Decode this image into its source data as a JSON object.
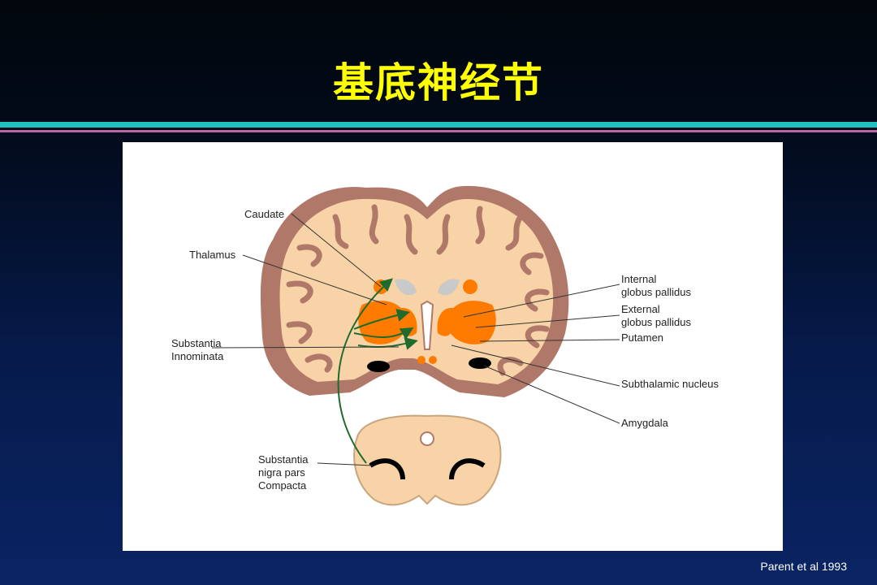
{
  "slide": {
    "title": "基底神经节",
    "citation": "Parent et al 1993"
  },
  "labels": {
    "caudate": "Caudate",
    "thalamus": "Thalamus",
    "substantia_innominata": [
      "Substantia",
      "Innominata"
    ],
    "substantia_nigra": [
      "Substantia",
      "nigra pars",
      "Compacta"
    ],
    "internal_gp": [
      "Internal",
      "globus pallidus"
    ],
    "external_gp": [
      "External",
      "globus pallidus"
    ],
    "putamen": "Putamen",
    "subthalamic": "Subthalamic nucleus",
    "amygdala": "Amygdala"
  },
  "colors": {
    "title": "#ffff00",
    "accent_teal": "#1fc2c2",
    "accent_pink": "#b868a0",
    "cortex": "#b07868",
    "white_matter": "#f7d3a7",
    "nuclei": "#ff7b00",
    "pathway": "#1f6b2e"
  }
}
